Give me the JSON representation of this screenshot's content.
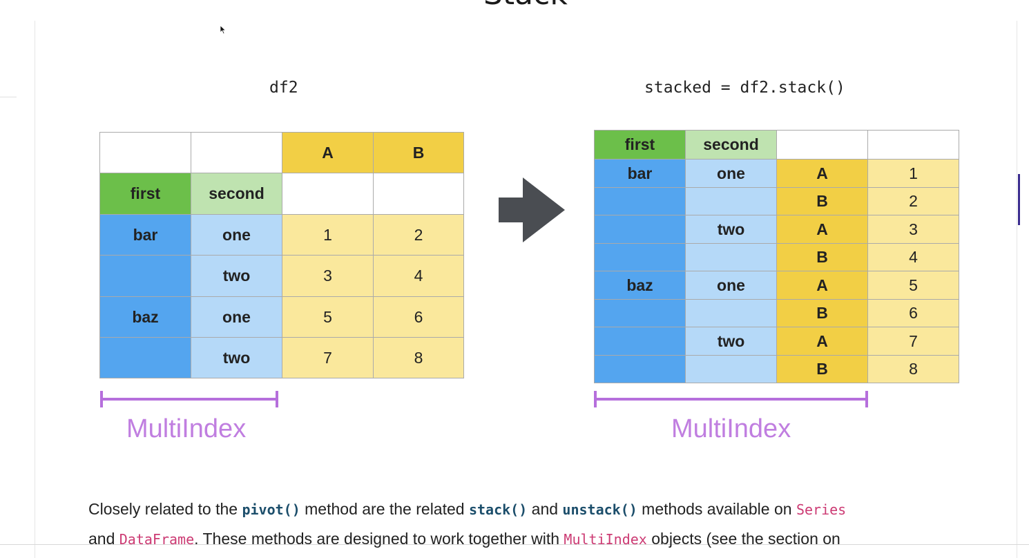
{
  "page": {
    "heading_partial": "Stack"
  },
  "left": {
    "caption": "df2",
    "col_headers": [
      "A",
      "B"
    ],
    "index_names": [
      "first",
      "second"
    ],
    "rows": [
      {
        "first": "bar",
        "second": "one",
        "A": "1",
        "B": "2"
      },
      {
        "first": "",
        "second": "two",
        "A": "3",
        "B": "4"
      },
      {
        "first": "baz",
        "second": "one",
        "A": "5",
        "B": "6"
      },
      {
        "first": "",
        "second": "two",
        "A": "7",
        "B": "8"
      }
    ],
    "multiindex_label": "MultiIndex"
  },
  "right": {
    "caption": "stacked = df2.stack()",
    "index_names": [
      "first",
      "second"
    ],
    "rows": [
      {
        "first": "bar",
        "second": "one",
        "key": "A",
        "value": "1"
      },
      {
        "first": "",
        "second": "",
        "key": "B",
        "value": "2"
      },
      {
        "first": "",
        "second": "two",
        "key": "A",
        "value": "3"
      },
      {
        "first": "",
        "second": "",
        "key": "B",
        "value": "4"
      },
      {
        "first": "baz",
        "second": "one",
        "key": "A",
        "value": "5"
      },
      {
        "first": "",
        "second": "",
        "key": "B",
        "value": "6"
      },
      {
        "first": "",
        "second": "two",
        "key": "A",
        "value": "7"
      },
      {
        "first": "",
        "second": "",
        "key": "B",
        "value": "8"
      }
    ],
    "multiindex_label": "MultiIndex"
  },
  "paragraph": {
    "t1": "Closely related to the ",
    "c1": "pivot()",
    "t2": " method are the related ",
    "c2": "stack()",
    "t3": " and ",
    "c3": "unstack()",
    "t4": " methods available on ",
    "c4": "Series",
    "t5": "and ",
    "c5": "DataFrame",
    "t6": ". These methods are designed to work together with ",
    "c6": "MultiIndex",
    "t7": " objects (see the section on"
  },
  "colors": {
    "index_outer": "#6cbf4a",
    "index_inner": "#bfe3b0",
    "level_outer": "#54a5ef",
    "level_inner": "#b5d9f8",
    "column_header": "#f2cf45",
    "values": "#fae89c",
    "multiindex": "#b66fdc",
    "arrow": "#4a4d52"
  }
}
